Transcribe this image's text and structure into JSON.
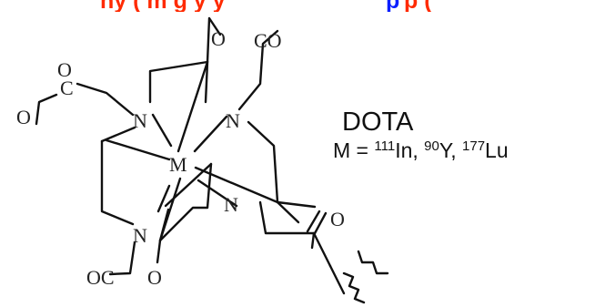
{
  "top_strip": {
    "red_text": "ny   (  m g y   y",
    "blue_text": "p",
    "red_text_2": "p           ("
  },
  "structure": {
    "metal": "M",
    "atoms": {
      "N": "N",
      "O": "O",
      "CO": "CO",
      "C": "C",
      "OC": "OC"
    },
    "colors": {
      "red": "#ff2a00",
      "blue": "#0b1fff",
      "ink": "#111111"
    }
  },
  "labels": {
    "name": "DOTA",
    "metal_prefix": "M = ",
    "iso1_mass": "111",
    "iso1_sym": "In",
    "sep1": ", ",
    "iso2_mass": "90",
    "iso2_sym": "Y",
    "sep2": ", ",
    "iso3_mass": "177",
    "iso3_sym": "Lu"
  }
}
